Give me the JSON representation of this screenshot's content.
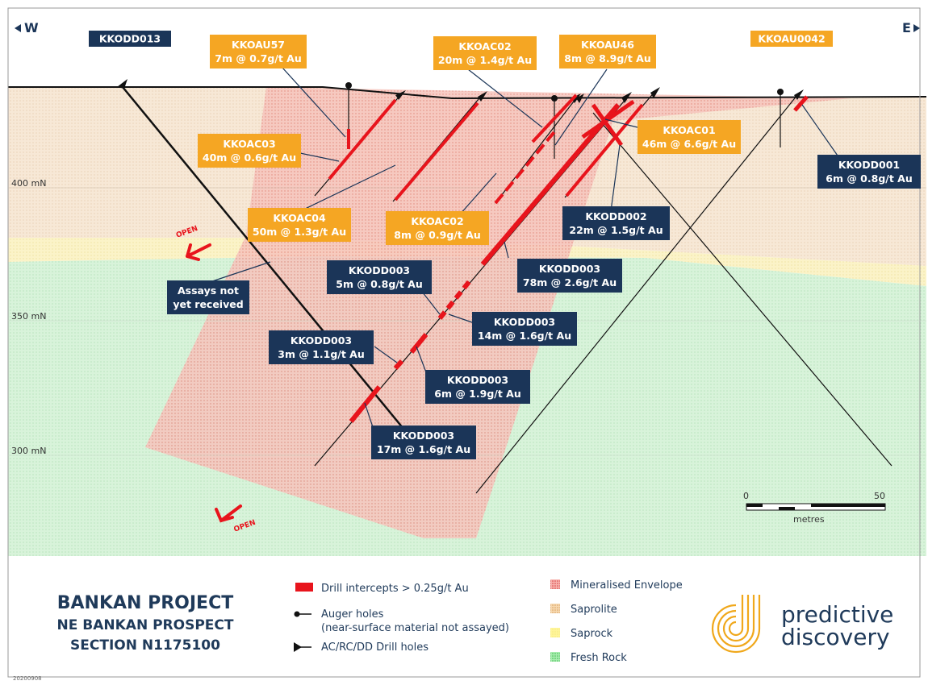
{
  "compass": {
    "west": "W",
    "east": "E"
  },
  "elevations": [
    "400 mN",
    "350 mN",
    "300 mN"
  ],
  "open_labels": [
    "OPEN",
    "OPEN"
  ],
  "callouts": [
    {
      "id": "kkodd013",
      "color": "navy",
      "lines": [
        "KKODD013"
      ]
    },
    {
      "id": "kkoau57",
      "color": "orange",
      "lines": [
        "KKOAU57",
        "7m @ 0.7g/t Au"
      ]
    },
    {
      "id": "kkoac02-top",
      "color": "orange",
      "lines": [
        "KKOAC02",
        "20m @ 1.4g/t Au"
      ]
    },
    {
      "id": "kkoau46",
      "color": "orange",
      "lines": [
        "KKOAU46",
        "8m @ 8.9g/t Au"
      ]
    },
    {
      "id": "kkoau0042",
      "color": "orange",
      "lines": [
        "KKOAU0042"
      ]
    },
    {
      "id": "kkoac03",
      "color": "orange",
      "lines": [
        "KKOAC03",
        "40m @ 0.6g/t Au"
      ]
    },
    {
      "id": "kkoac01",
      "color": "orange",
      "lines": [
        "KKOAC01",
        "46m @ 6.6g/t Au"
      ]
    },
    {
      "id": "kkodd001",
      "color": "navy",
      "lines": [
        "KKODD001",
        "6m @ 0.8g/t Au"
      ]
    },
    {
      "id": "kkoac04",
      "color": "orange",
      "lines": [
        "KKOAC04",
        "50m @ 1.3g/t Au"
      ]
    },
    {
      "id": "kkoac02-mid",
      "color": "orange",
      "lines": [
        "KKOAC02",
        "8m @ 0.9g/t Au"
      ]
    },
    {
      "id": "kkodd002",
      "color": "navy",
      "lines": [
        "KKODD002",
        "22m @ 1.5g/t Au"
      ]
    },
    {
      "id": "assays",
      "color": "navy",
      "lines": [
        "Assays not",
        "yet received"
      ]
    },
    {
      "id": "kkodd003-a",
      "color": "navy",
      "lines": [
        "KKODD003",
        "5m @ 0.8g/t Au"
      ]
    },
    {
      "id": "kkodd003-b",
      "color": "navy",
      "lines": [
        "KKODD003",
        "78m @ 2.6g/t Au"
      ]
    },
    {
      "id": "kkodd003-c",
      "color": "navy",
      "lines": [
        "KKODD003",
        "14m @ 1.6g/t Au"
      ]
    },
    {
      "id": "kkodd003-d",
      "color": "navy",
      "lines": [
        "KKODD003",
        "3m @ 1.1g/t Au"
      ]
    },
    {
      "id": "kkodd003-e",
      "color": "navy",
      "lines": [
        "KKODD003",
        "6m @ 1.9g/t Au"
      ]
    },
    {
      "id": "kkodd003-f",
      "color": "navy",
      "lines": [
        "KKODD003",
        "17m @ 1.6g/t Au"
      ]
    }
  ],
  "scale_bar": {
    "start": "0",
    "end": "50",
    "unit": "metres"
  },
  "title": {
    "project": "BANKAN PROJECT",
    "prospect": "NE BANKAN PROSPECT",
    "section": "SECTION N1175100"
  },
  "legend": {
    "symbols": [
      {
        "label": "Drill intercepts > 0.25g/t Au"
      },
      {
        "label": "Auger holes"
      },
      {
        "label": "(near-surface material not assayed)"
      },
      {
        "label": "AC/RC/DD Drill holes"
      }
    ],
    "units": [
      {
        "label": "Mineralised Envelope",
        "color": "#f08080"
      },
      {
        "label": "Saprolite",
        "color": "#f2c48a"
      },
      {
        "label": "Saprock",
        "color": "#fff59a"
      },
      {
        "label": "Fresh Rock",
        "color": "#7fdc8a"
      }
    ]
  },
  "brand": {
    "line1": "predictive",
    "line2": "discovery",
    "color": "#f0a81c"
  },
  "date_code": "20200908",
  "colors": {
    "navy": "#1b3558",
    "orange": "#f5a623",
    "intercept": "#e8141c"
  }
}
